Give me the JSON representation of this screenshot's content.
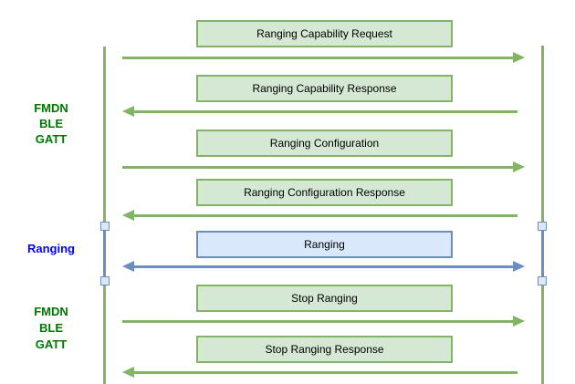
{
  "diagram": {
    "type": "sequence-diagram",
    "background": "#ffffff",
    "colors": {
      "green_fill": "#d5e8d4",
      "green_stroke": "#82b366",
      "blue_fill": "#dae8fc",
      "blue_stroke": "#6c8ebf",
      "side_label_green": "#007700",
      "side_label_blue": "#0000ff",
      "box_text": "#000000"
    },
    "side_labels": [
      {
        "id": "fmdn-ble-gatt-top",
        "lines": [
          "FMDN",
          "BLE",
          "GATT"
        ],
        "color": "#007700"
      },
      {
        "id": "ranging",
        "lines": [
          "Ranging"
        ],
        "color": "#0000ff"
      },
      {
        "id": "fmdn-ble-gatt-bottom",
        "lines": [
          "FMDN",
          "BLE",
          "GATT"
        ],
        "color": "#007700"
      }
    ],
    "messages": [
      {
        "label": "Ranging Capability Request",
        "direction": "right",
        "theme": "green"
      },
      {
        "label": "Ranging Capability Response",
        "direction": "left",
        "theme": "green"
      },
      {
        "label": "Ranging Configuration",
        "direction": "right",
        "theme": "green"
      },
      {
        "label": "Ranging Configuration Response",
        "direction": "left",
        "theme": "green"
      },
      {
        "label": "Ranging",
        "direction": "both",
        "theme": "blue"
      },
      {
        "label": "Stop Ranging",
        "direction": "right",
        "theme": "green"
      },
      {
        "label": "Stop Ranging Response",
        "direction": "left",
        "theme": "green"
      }
    ],
    "lifelines": [
      {
        "id": "left",
        "segments": [
          "green",
          "blue",
          "green"
        ]
      },
      {
        "id": "right",
        "segments": [
          "green",
          "blue",
          "green"
        ]
      }
    ]
  }
}
